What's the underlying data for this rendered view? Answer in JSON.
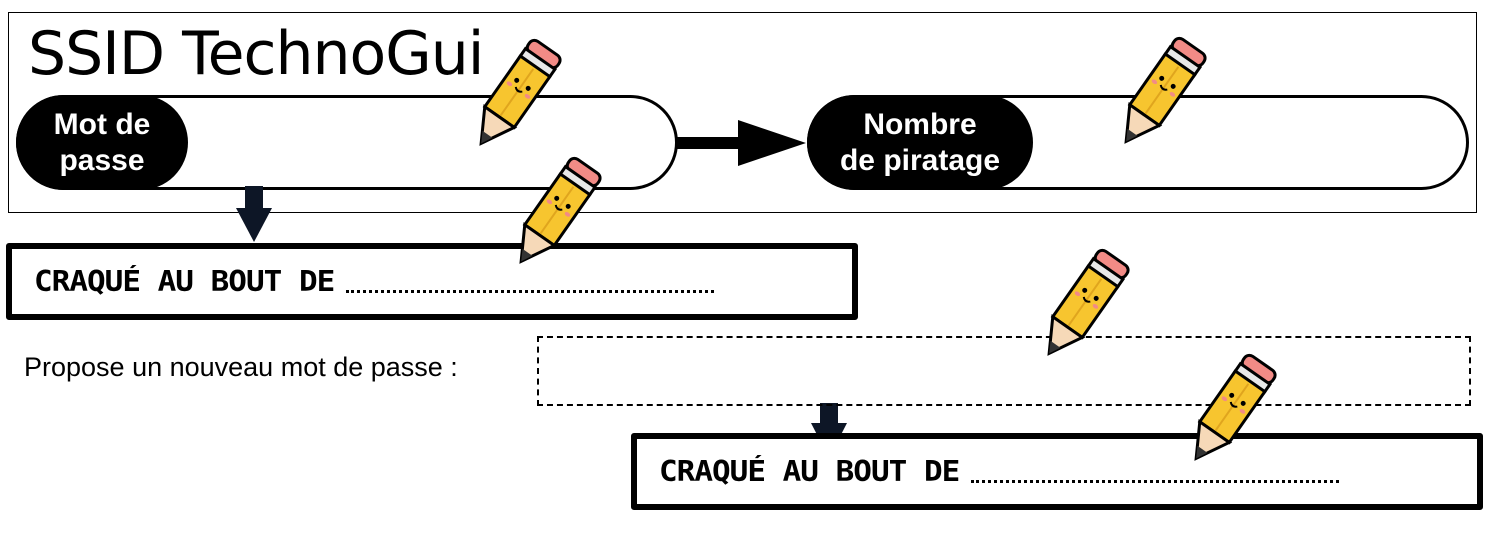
{
  "header": {
    "title": "SSID TechnoGui"
  },
  "password_block": {
    "label": "Mot de\npasse"
  },
  "hack_count_block": {
    "label": "Nombre\nde piratage"
  },
  "cracked_first": {
    "text": "CRAQUÉ AU BOUT DE"
  },
  "new_password": {
    "prompt": "Propose un nouveau mot de passe :"
  },
  "cracked_second": {
    "text": "CRAQUÉ AU BOUT DE"
  },
  "decorations": {
    "pencil_icon": "pencil-icon",
    "colors": {
      "pencil_body": "#f7c52f",
      "pencil_eraser": "#f28b86",
      "outline": "#000000"
    }
  }
}
